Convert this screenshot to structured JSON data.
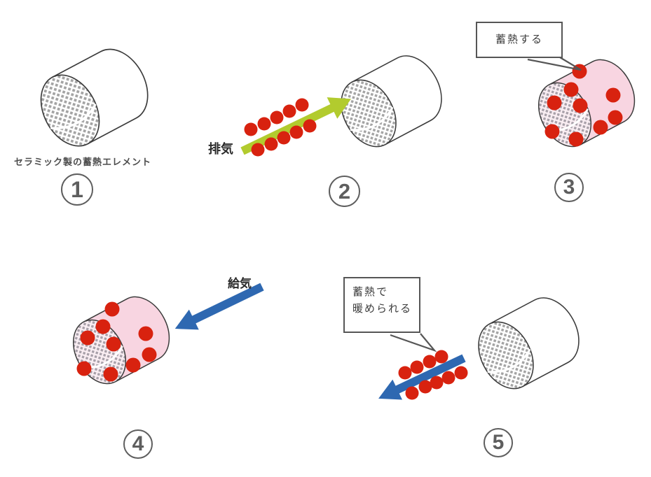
{
  "colors": {
    "red_dot": "#d8220f",
    "green_arrow": "#b2cb2e",
    "blue_arrow": "#2e68b1",
    "pink_body": "#f8d5e1",
    "pink_face": "#faeef3",
    "hatch_gray": "#a3a3a3",
    "hatch_gray_pink": "#a79fa8",
    "outline": "#3b3b3b",
    "callout_border": "#565656",
    "number_gray": "#5e5e5e"
  },
  "labels": {
    "element_caption": "セラミック製の蓄熱エレメント",
    "exhaust": "排気",
    "supply": "給気"
  },
  "callouts": {
    "store_heat": "蓄熱する",
    "warmed_line1": "蓄熱で",
    "warmed_line2": "暖められる"
  },
  "steps": [
    {
      "number": "1"
    },
    {
      "number": "2"
    },
    {
      "number": "3"
    },
    {
      "number": "4"
    },
    {
      "number": "5"
    }
  ]
}
